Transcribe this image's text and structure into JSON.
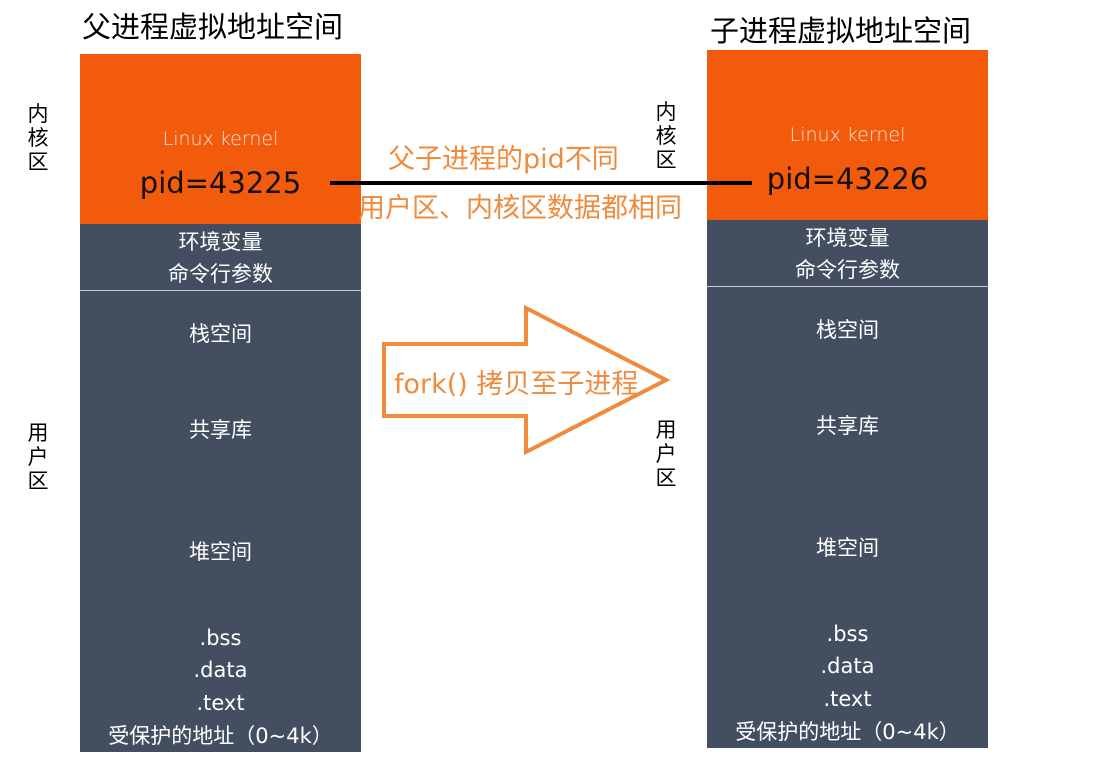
{
  "parent": {
    "title": "父进程虚拟地址空间",
    "kernel_label": [
      "内",
      "核",
      "区"
    ],
    "user_label": [
      "用",
      "户",
      "区"
    ],
    "kernel_name": "Linux kernel",
    "pid": "pid=43225",
    "env_line1": "环境变量",
    "env_line2": "命令行参数",
    "stack": "栈空间",
    "shared_lib": "共享库",
    "heap": "堆空间",
    "bss": ".bss",
    "data": ".data",
    "text": ".text",
    "protected": "受保护的地址（0~4k）"
  },
  "child": {
    "title": "子进程虚拟地址空间",
    "kernel_label": [
      "内",
      "核",
      "区"
    ],
    "user_label": [
      "用",
      "户",
      "区"
    ],
    "kernel_name": "Linux kernel",
    "pid": "pid=43226",
    "env_line1": "环境变量",
    "env_line2": "命令行参数",
    "stack": "栈空间",
    "shared_lib": "共享库",
    "heap": "堆空间",
    "bss": ".bss",
    "data": ".data",
    "text": ".text",
    "protected": "受保护的地址（0~4k）"
  },
  "annotations": {
    "pid_diff": "父子进程的pid不同",
    "same_data": "用户区、内核区数据都相同",
    "fork_arrow": "fork() 拷贝至子进程"
  },
  "colors": {
    "kernel": "#f25a0c",
    "user_space": "#434e61",
    "annotation": "#f08a3c"
  }
}
